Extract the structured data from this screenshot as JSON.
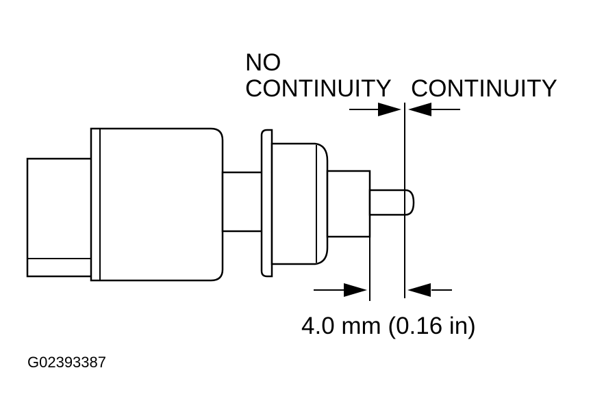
{
  "labels": {
    "no_continuity_line1": "NO",
    "no_continuity_line2": "CONTINUITY",
    "continuity": "CONTINUITY",
    "dimension": "4.0 mm (0.16 in)",
    "figure_code": "G02393387"
  },
  "colors": {
    "line": "#000000",
    "background": "#ffffff"
  }
}
